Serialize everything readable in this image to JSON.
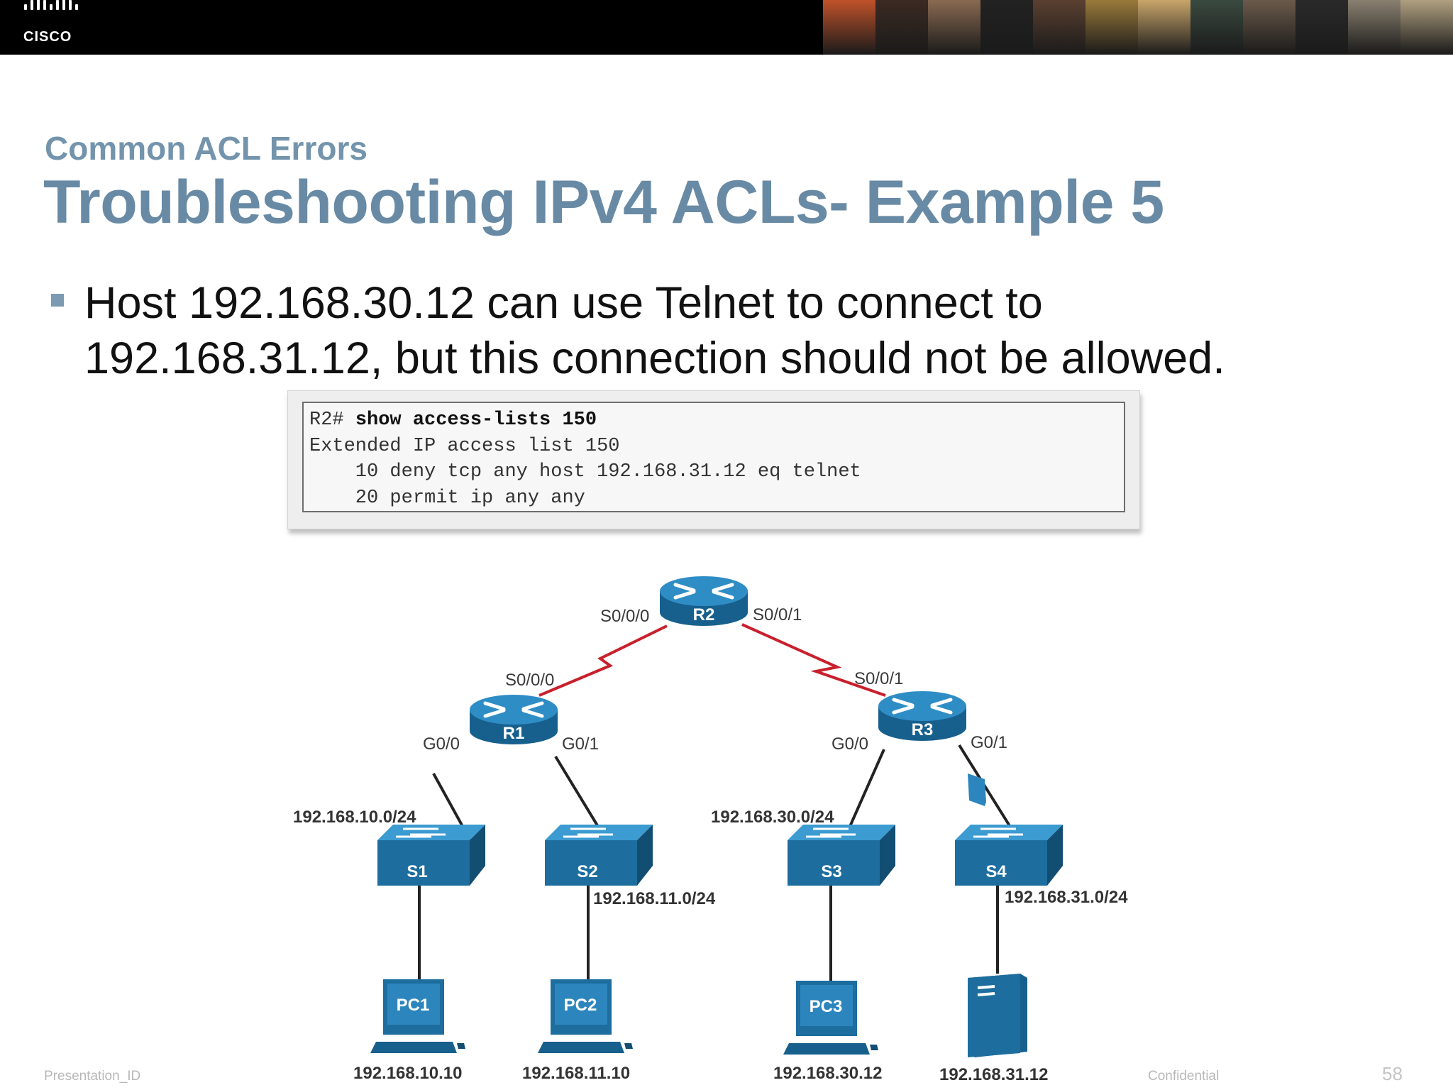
{
  "header": {
    "logo_text": "CISCO",
    "photo_colors": [
      "#c0522a",
      "#3b2a22",
      "#8a6a52",
      "#222222",
      "#5b4030",
      "#9a7a3a",
      "#c9a56a",
      "#3a4a40",
      "#6b5a4a",
      "#2a2a2a",
      "#8a8070",
      "#b0a080"
    ]
  },
  "slide": {
    "subtitle": "Common ACL Errors",
    "title": "Troubleshooting IPv4 ACLs- Example 5",
    "bullet_line1": "Host 192.168.30.12 can use Telnet to connect to",
    "bullet_line2": "192.168.31.12, but this connection should not be allowed."
  },
  "cli": {
    "prompt": "R2# ",
    "command": "show access-lists 150",
    "line2": "Extended IP access list 150",
    "line3": "    10 deny tcp any host 192.168.31.12 eq telnet",
    "line4": "    20 permit ip any any"
  },
  "topology": {
    "routers": {
      "r1": "R1",
      "r2": "R2",
      "r3": "R3"
    },
    "switches": {
      "s1": "S1",
      "s2": "S2",
      "s3": "S3",
      "s4": "S4"
    },
    "pcs": {
      "pc1": "PC1",
      "pc2": "PC2",
      "pc3": "PC3"
    },
    "interfaces": {
      "r2_left": "S0/0/0",
      "r2_right": "S0/0/1",
      "r1_serial": "S0/0/0",
      "r3_serial": "S0/0/1",
      "r1_g00": "G0/0",
      "r1_g01": "G0/1",
      "r3_g00": "G0/0",
      "r3_g01": "G0/1"
    },
    "networks": {
      "n10": "192.168.10.0/24",
      "n11": "192.168.11.0/24",
      "n30": "192.168.30.0/24",
      "n31": "192.168.31.0/24"
    },
    "hosts": {
      "pc1": "192.168.10.10",
      "pc2": "192.168.11.10",
      "pc3": "192.168.30.12",
      "server": "192.168.31.12"
    },
    "colors": {
      "device_blue": "#1f74a8",
      "serial_link": "#c8202c"
    }
  },
  "footer": {
    "presentation_id": "Presentation_ID",
    "confidential": "Confidential",
    "page_number": "58"
  }
}
